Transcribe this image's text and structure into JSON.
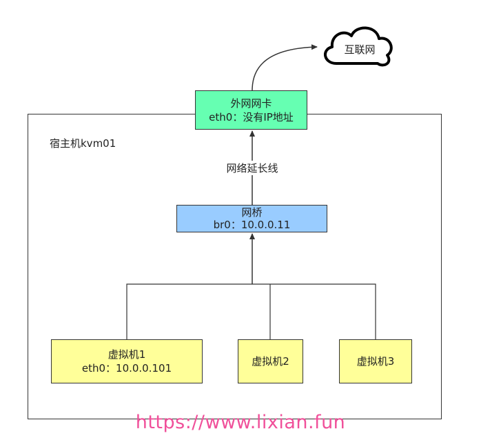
{
  "host": {
    "label": "宿主机kvm01"
  },
  "internet": {
    "label": "互联网"
  },
  "nic": {
    "title": "外网网卡",
    "detail": "eth0：没有IP地址"
  },
  "link_label": "网络延长线",
  "bridge": {
    "title": "网桥",
    "detail": "br0：10.0.0.11"
  },
  "vms": [
    {
      "title": "虚拟机1",
      "detail": "eth0：10.0.0.101"
    },
    {
      "title": "虚拟机2"
    },
    {
      "title": "虚拟机3"
    }
  ],
  "colors": {
    "nic": "#66ffb2",
    "bridge": "#99ccff",
    "vm": "#ffff99",
    "watermark": "#f0509a"
  },
  "watermark": "https://www.lixian.fun"
}
